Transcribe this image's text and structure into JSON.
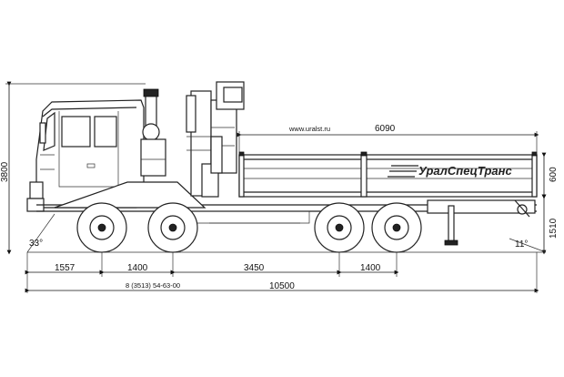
{
  "website": "www.uralst.ru",
  "brand": "УралСпецТранс",
  "dimensions": {
    "body_length": "6090",
    "total_height": "3800",
    "board_height": "600",
    "platform_height": "1510",
    "approach_angle": "33°",
    "departure_angle": "11°",
    "front_overhang": "1557",
    "wheelbase_front": "1400",
    "wheelbase_mid": "3450",
    "wheelbase_rear": "1400",
    "total_length": "10500"
  },
  "phone": "8 (3513) 54-63-00"
}
